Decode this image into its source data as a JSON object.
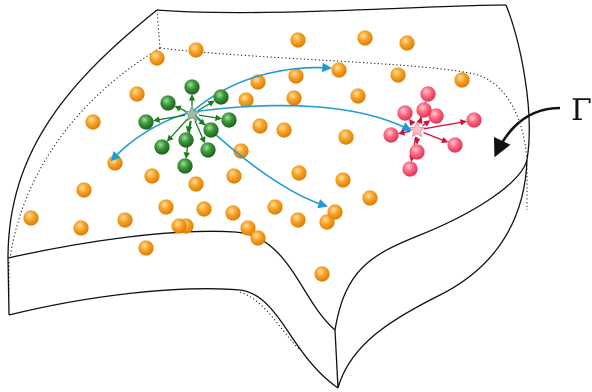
{
  "figure": {
    "boundary_label": "Γ"
  },
  "colors": {
    "orange_particle": "#f39a1b",
    "green_particle": "#2e8b2e",
    "red_particle": "#ff5a72",
    "interaction_arrow": "#1f9ad6",
    "green_arrow": "#1f7a1f",
    "red_arrow": "#d0103a",
    "outline": "#111111"
  },
  "particles": {
    "orange_count": 43,
    "green_count": 10,
    "red_count": 9
  }
}
